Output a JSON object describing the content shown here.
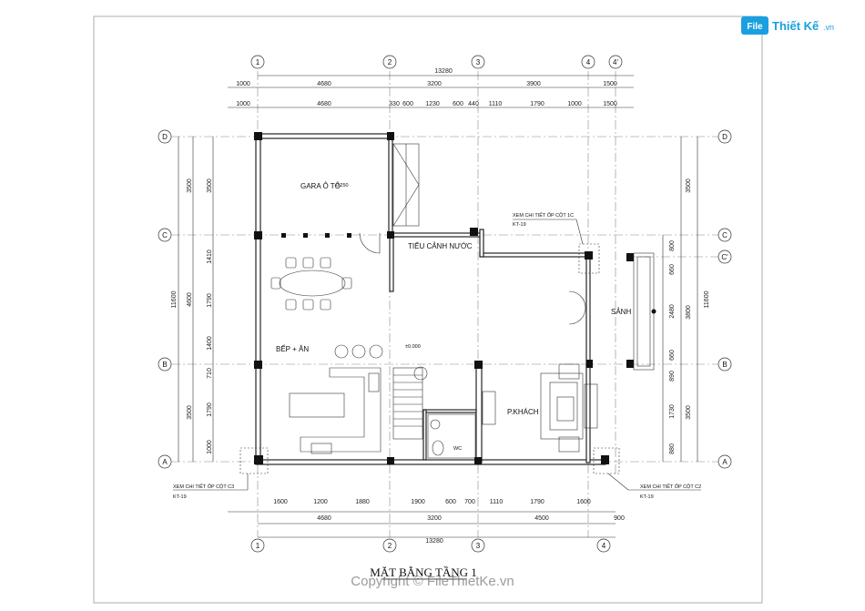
{
  "logo": {
    "text": "Thiết Kế",
    "suffix": ".vn",
    "mark": "File"
  },
  "watermark": "Copyright © FileThietKe.vn",
  "title": "MẶT BẰNG TẦNG 1",
  "grid_bubbles": {
    "top": [
      "1",
      "2",
      "3",
      "4",
      "4'"
    ],
    "bottom": [
      "1",
      "2",
      "3",
      "4"
    ],
    "left": [
      "D",
      "C",
      "B",
      "A"
    ],
    "right": [
      "D",
      "C",
      "C'",
      "B",
      "A"
    ]
  },
  "dims_top_total": "13280",
  "dims_top_row1": [
    "1000",
    "4680",
    "3200",
    "3900",
    "1500"
  ],
  "dims_top_row2": [
    "1000",
    "4680",
    "330",
    "600",
    "1230",
    "600",
    "440",
    "1110",
    "1790",
    "1000",
    "1500"
  ],
  "dims_bottom_row1": [
    "1600",
    "1200",
    "1880",
    "1900",
    "600",
    "700",
    "1110",
    "1790",
    "1600"
  ],
  "dims_bottom_row2": [
    "4680",
    "3200",
    "4500",
    "900"
  ],
  "dims_bottom_total": "13280",
  "dims_left_total": "11600",
  "dims_left_row1": [
    "3500",
    "4600",
    "3500"
  ],
  "dims_left_row2": [
    "3500",
    "1410",
    "1790",
    "1400",
    "710",
    "1790",
    "1000"
  ],
  "dims_right_total": "11600",
  "dims_right_row1": [
    "3500",
    "3800",
    "3500"
  ],
  "dims_right_row2": [
    "800",
    "660",
    "2480",
    "660",
    "890",
    "1730",
    "880"
  ],
  "rooms": {
    "garage": "GARA Ô TÔ",
    "garage_level": "-0.250",
    "garden": "TIỂU CẢNH NƯỚC",
    "kitchen": "BẾP + ĂN",
    "floor_level": "±0.000",
    "porch": "SẢNH",
    "living": "P.KHÁCH",
    "wc": "WC"
  },
  "notes": {
    "c1": "XEM CHI TIẾT ỐP CỘT 1C",
    "c1_ref": "KT-19",
    "c3": "XEM CHI TIẾT ỐP CỘT C3",
    "c3_ref": "KT-19",
    "c2": "XEM CHI TIẾT ỐP CỘT C2",
    "c2_ref": "KT-19"
  }
}
